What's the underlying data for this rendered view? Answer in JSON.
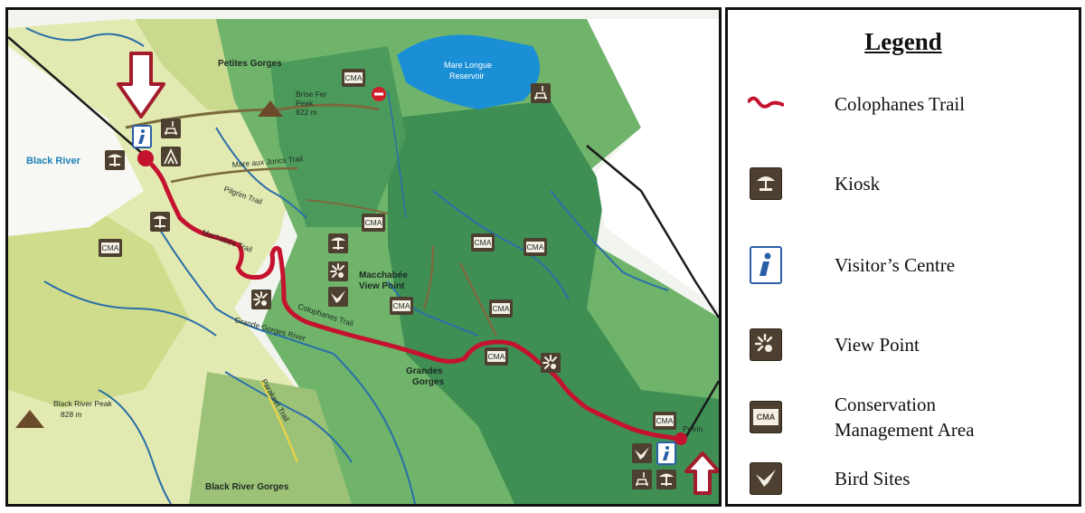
{
  "map": {
    "labels": {
      "petites_gorges": "Petites Gorges",
      "brise_fer_peak": "Brise Fer",
      "brise_fer_peak_2": "Peak",
      "brise_fer_elev": "822 m",
      "mare_longue": "Mare Longue",
      "mare_longue_2": "Reservoir",
      "black_river": "Black River",
      "machabee_trail": "Machabée Trail",
      "mare_aux_jones": "Mare aux Joncs Trail",
      "pilgrim_trail": "Pilgrim Trail",
      "macchabee_view": "Macchabée",
      "macchabee_view_2": "View Point",
      "colophanes_trail_map": "Colophanes Trail",
      "grande_gorges_river": "Grande Gorges River",
      "grandes_gorges": "Grandes",
      "grandes_gorges_2": "Gorges",
      "black_river_peak": "Black River Peak",
      "black_river_peak_elev": "828 m",
      "parakeet_trail": "Parakeet Trail",
      "black_river_gorges": "Black River Gorges",
      "petrin": "Petrin",
      "cma_text": "CMA"
    },
    "colors": {
      "trail": "#c4122f",
      "arrow": "#a31c2c",
      "reservoir": "#1a8fd6",
      "river": "#2a6fa8",
      "forest_dark": "#3f8f55",
      "forest_mid": "#5fa85a",
      "hill_light": "#d9e4a0",
      "icon_brown": "#4d4030"
    }
  },
  "legend": {
    "title": "Legend",
    "items": [
      {
        "icon": "trail-line-icon",
        "label": "Colophanes Trail"
      },
      {
        "icon": "kiosk-icon",
        "label": "Kiosk"
      },
      {
        "icon": "visitor-centre-icon",
        "label": "Visitor’s Centre"
      },
      {
        "icon": "view-point-icon",
        "label": "View Point"
      },
      {
        "icon": "cma-icon",
        "label": "Conservation",
        "label2": "Management Area",
        "icon_text": "CMA"
      },
      {
        "icon": "bird-icon",
        "label": "Bird Sites"
      }
    ]
  }
}
